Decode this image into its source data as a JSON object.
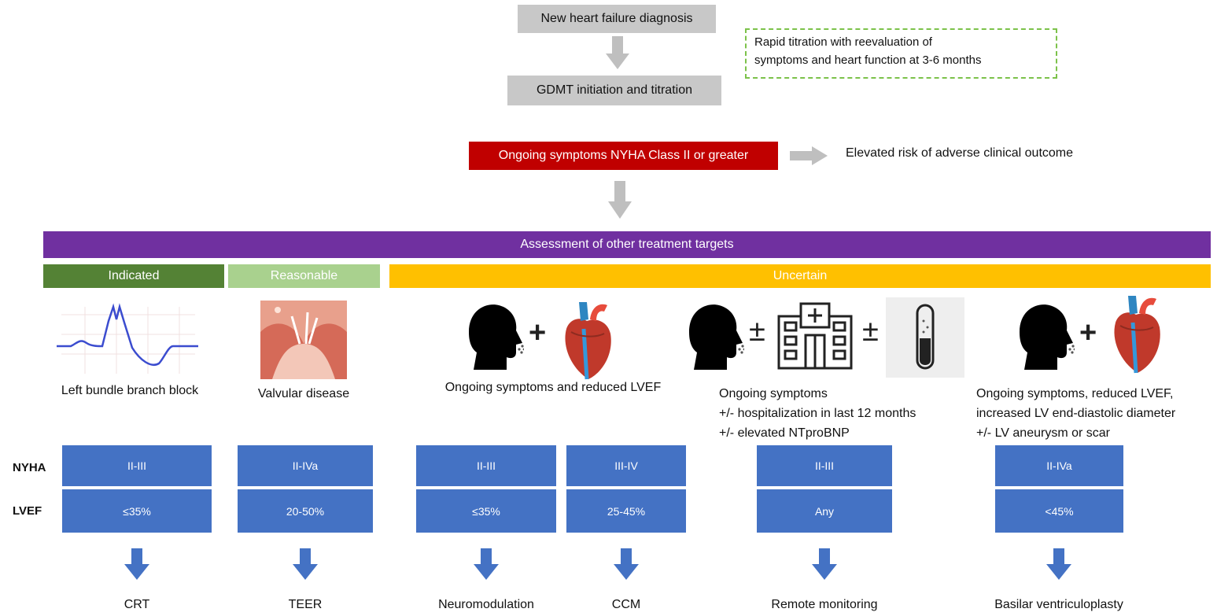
{
  "top": {
    "new_diagnosis": "New heart failure diagnosis",
    "gdmt": "GDMT initiation and titration",
    "titration_note_line1": "Rapid titration with reevaluation of",
    "titration_note_line2": "symptoms and heart function at 3-6 months",
    "ongoing_symptoms": "Ongoing symptoms NYHA Class II or greater",
    "elevated_risk": "Elevated risk of adverse clinical outcome"
  },
  "assessment": {
    "title": "Assessment of other treatment targets",
    "indicated": "Indicated",
    "reasonable": "Reasonable",
    "uncertain": "Uncertain"
  },
  "row_labels": {
    "nyha": "NYHA",
    "lvef": "LVEF"
  },
  "captions": {
    "lbbb": "Left bundle branch block",
    "valvular": "Valvular disease",
    "reduced_lvef": "Ongoing symptoms and reduced LVEF",
    "remote_1": "Ongoing symptoms",
    "remote_2": "+/- hospitalization in last 12 months",
    "remote_3": "+/- elevated NTproBNP",
    "basilar_1": "Ongoing symptoms, reduced LVEF,",
    "basilar_2": "increased LV end-diastolic diameter",
    "basilar_3": "+/- LV aneurysm or scar"
  },
  "therapies": [
    {
      "nyha": "II-III",
      "lvef": "≤35%",
      "name": "CRT"
    },
    {
      "nyha": "II-IVa",
      "lvef": "20-50%",
      "name": "TEER"
    },
    {
      "nyha": "II-III",
      "lvef": "≤35%",
      "name": "Neuromodulation"
    },
    {
      "nyha": "III-IV",
      "lvef": "25-45%",
      "name": "CCM"
    },
    {
      "nyha": "II-III",
      "lvef": "Any",
      "name": "Remote monitoring"
    },
    {
      "nyha": "II-IVa",
      "lvef": "<45%",
      "name": "Basilar ventriculoplasty"
    }
  ],
  "symbols": {
    "plus": "+",
    "plus_minus": "±"
  },
  "icons": [
    "head-breath-icon",
    "heart-icon",
    "hospital-icon",
    "test-tube-icon",
    "ecg-icon",
    "valve-image-icon",
    "down-arrow-icon",
    "right-arrow-icon"
  ],
  "colors": {
    "indicated": "#548235",
    "reasonable": "#a9d18e",
    "uncertain": "#ffc000",
    "assessment": "#7030a0",
    "alert": "#c00000",
    "therapy_box": "#4472c4",
    "arrow_gray": "#bfbfbf"
  }
}
